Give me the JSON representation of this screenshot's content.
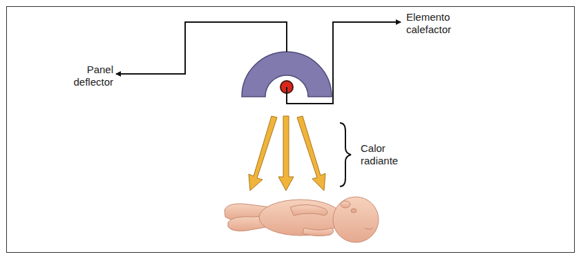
{
  "diagram": {
    "labels": [
      "Panel deflector",
      "Elemento calefactor",
      "Calor radiante"
    ]
  }
}
